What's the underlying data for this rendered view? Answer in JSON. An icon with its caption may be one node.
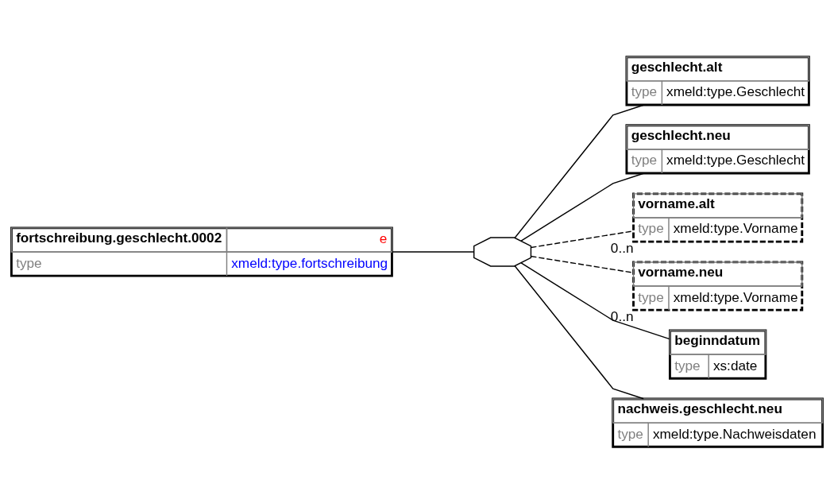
{
  "diagram": {
    "nodes": [
      {
        "text": [
          "fortschreibung.geschlecht.0002",
          "e",
          "type",
          "xmeld:type.fortschreibung"
        ]
      },
      {
        "text": [],
        "shape": "octagon"
      },
      {
        "text": [
          "geschlecht.alt",
          "type",
          "xmeld:type.Geschlecht"
        ]
      },
      {
        "text": [
          "geschlecht.neu",
          "type",
          "xmeld:type.Geschlecht"
        ]
      },
      {
        "text": [
          "vorname.alt",
          "type",
          "xmeld:type.Vorname"
        ],
        "beside": [
          "0..n"
        ]
      },
      {
        "text": [
          "vorname.neu",
          "type",
          "xmeld:type.Vorname"
        ],
        "beside": [
          "0..n"
        ]
      },
      {
        "text": [
          "beginndatum",
          "type",
          "xs:date"
        ]
      },
      {
        "text": [
          "nachweis.geschlecht.neu",
          "type",
          "xmeld:type.Nachweisdaten"
        ]
      }
    ],
    "edges": [
      {
        "from": 0,
        "to": 1,
        "arrow": "none"
      },
      {
        "from": 1,
        "to": 2,
        "arrow": "none"
      },
      {
        "from": 1,
        "to": 3,
        "arrow": "none"
      },
      {
        "from": 1,
        "to": 4,
        "arrow": "none",
        "style": "dashed"
      },
      {
        "from": 1,
        "to": 5,
        "arrow": "none",
        "style": "dashed"
      },
      {
        "from": 1,
        "to": 6,
        "arrow": "none"
      },
      {
        "from": 1,
        "to": 7,
        "arrow": "none"
      }
    ]
  }
}
